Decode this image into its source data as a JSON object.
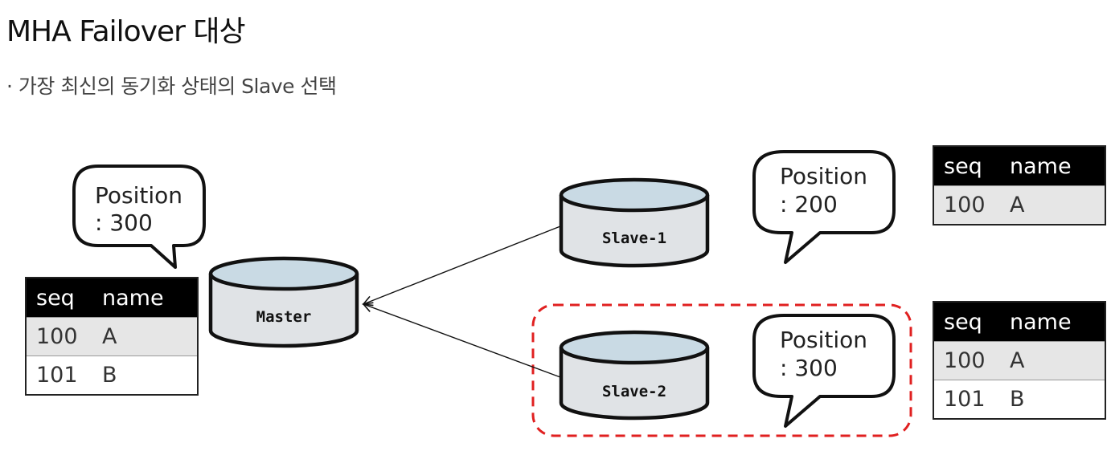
{
  "header": {
    "title": "MHA Failover 대상",
    "subtitle": "· 가장 최신의 동기화 상태의 Slave 선택"
  },
  "nodes": {
    "master": {
      "label": "Master",
      "position_label": "Position",
      "position_value": ": 300"
    },
    "slave1": {
      "label": "Slave-1",
      "position_label": "Position",
      "position_value": ": 200"
    },
    "slave2": {
      "label": "Slave-2",
      "position_label": "Position",
      "position_value": ": 300",
      "selected": true
    }
  },
  "tables": {
    "master": {
      "headers": [
        "seq",
        "name"
      ],
      "rows": [
        [
          "100",
          "A"
        ],
        [
          "101",
          "B"
        ]
      ]
    },
    "slave1": {
      "headers": [
        "seq",
        "name"
      ],
      "rows": [
        [
          "100",
          "A"
        ]
      ]
    },
    "slave2": {
      "headers": [
        "seq",
        "name"
      ],
      "rows": [
        [
          "100",
          "A"
        ],
        [
          "101",
          "B"
        ]
      ]
    }
  },
  "colors": {
    "db_fill": "#e0e3e6",
    "db_top": "#c9dae4",
    "selection_border": "#e02020",
    "header_bg": "#000000"
  }
}
